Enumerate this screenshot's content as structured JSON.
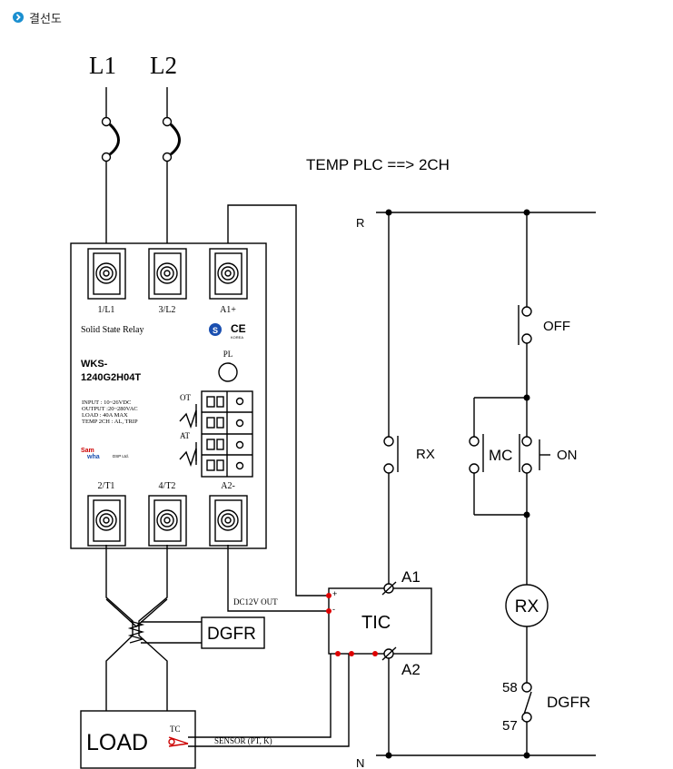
{
  "header": {
    "title": "결선도"
  },
  "diagram": {
    "lines": {
      "l1": "L1",
      "l2": "L2"
    },
    "ssr": {
      "terminals": {
        "t_1l1": "1/L1",
        "t_3l2": "3/L2",
        "t_a1": "A1+",
        "t_2t1": "2/T1",
        "t_4t2": "4/T2",
        "t_a2": "A2-"
      },
      "type_label": "Solid State Relay",
      "pl_label": "PL",
      "model_line1": "WKS-",
      "model_line2": "1240G2H04T",
      "specs": [
        "INPUT : 10~26VDC",
        "OUTPUT :20~280VAC",
        "LOAD : 40A MAX",
        "TEMP 2CH : AL, TRIP"
      ],
      "ot_label": "OT",
      "at_label": "AT",
      "brand_sam": "Sam",
      "brand_wha": "wha",
      "brand_suffix": "DSP Ltd.",
      "ce_mark": "CE",
      "ce_sub": "KOREA"
    },
    "labels": {
      "temp_plc": "TEMP PLC ==> 2CH",
      "r": "R",
      "n": "N",
      "off": "OFF",
      "rx_contact": "RX",
      "mc": "MC",
      "on": "ON",
      "rx_coil": "RX",
      "t58": "58",
      "t57": "57",
      "dgfr_right": "DGFR",
      "a1": "A1",
      "a2": "A2",
      "tic": "TIC",
      "plus": "+",
      "minus": "-",
      "dc12v": "DC12V OUT",
      "dgfr_box": "DGFR",
      "load": "LOAD",
      "tc": "TC",
      "sensor": "SENSOR  (PT, K)"
    }
  }
}
